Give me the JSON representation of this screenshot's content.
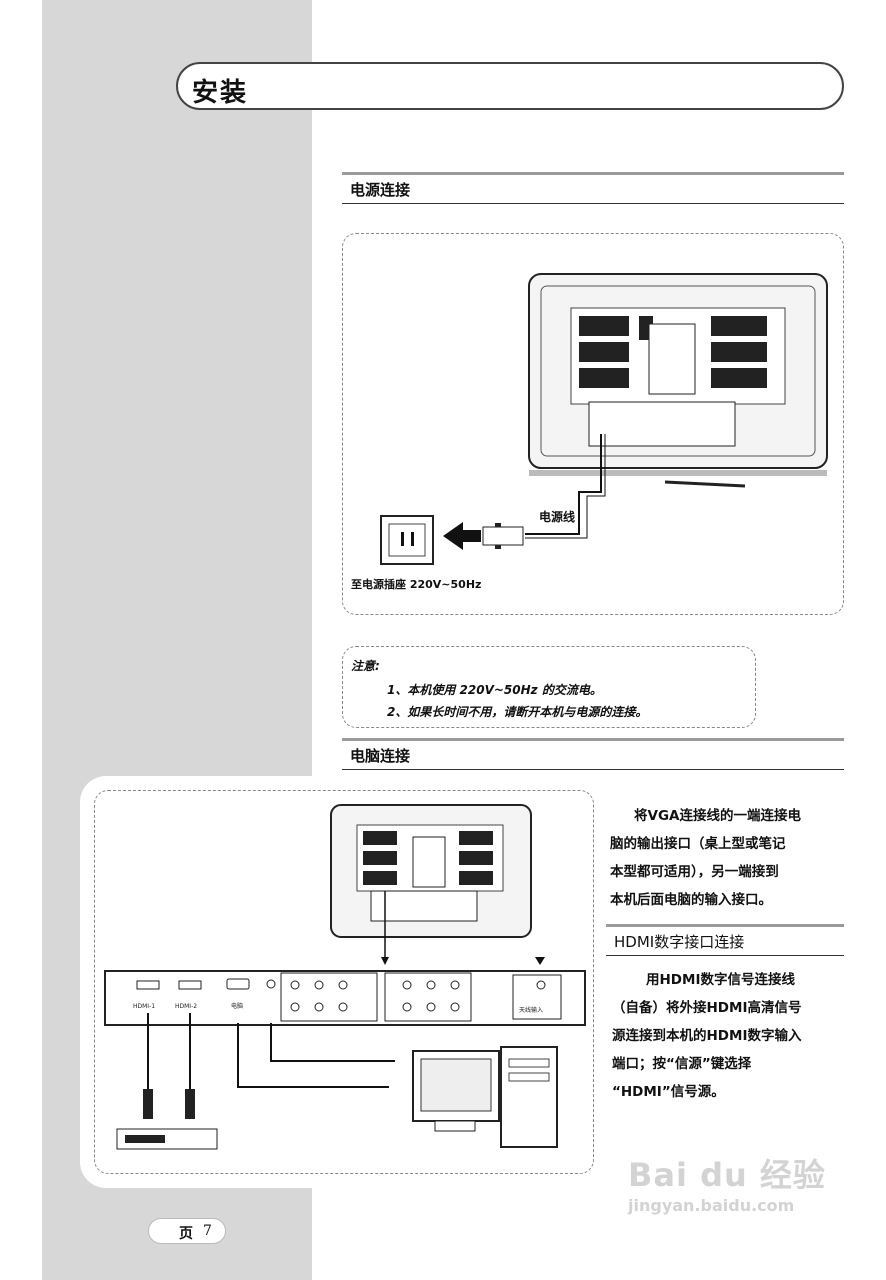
{
  "header": {
    "title": "安装"
  },
  "power_section": {
    "heading": "电源连接",
    "cord_label": "电源线",
    "socket_label": "至电源插座 220V~50Hz"
  },
  "note": {
    "title": "注意:",
    "line1": "1、本机使用 220V~50Hz 的交流电。",
    "line2": "2、如果长时间不用，请断开本机与电源的连接。"
  },
  "pc_section": {
    "heading": "电脑连接",
    "description_lines": [
      "将VGA连接线的一端连接电",
      "脑的输出接口（桌上型或笔记",
      "本型都可适用），另一端接到",
      "本机后面电脑的输入接口。"
    ],
    "panel_labels": {
      "hdmi1": "HDMI-1",
      "hdmi2": "HDMI-2",
      "pc": "电脑",
      "antenna": "天线输入"
    }
  },
  "hdmi_section": {
    "heading": "HDMI数字接口连接",
    "description_lines": [
      "用HDMI数字信号连接线",
      "（自备）将外接HDMI高清信号",
      "源连接到本机的HDMI数字输入",
      "端口；按“信源”键选择",
      "“HDMI”信号源。"
    ]
  },
  "footer": {
    "page_word": "页",
    "page_number": "7"
  },
  "watermark": {
    "brand": "Bai du 经验",
    "url": "jingyan.baidu.com"
  }
}
